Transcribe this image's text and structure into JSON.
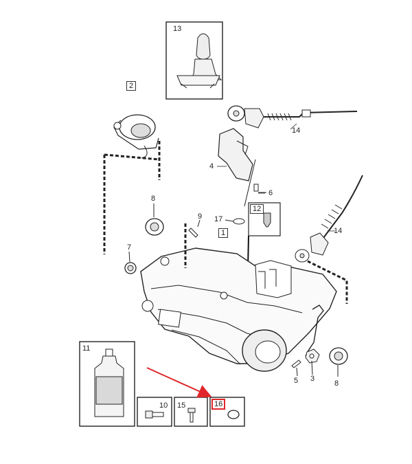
{
  "colors": {
    "line": "#2a2a2a",
    "highlight": "#e0262a",
    "fill": "#ffffff",
    "shade": "#d9d9d9"
  },
  "callouts": {
    "c1": "1",
    "c2": "2",
    "c3": "3",
    "c4": "4",
    "c5": "5",
    "c6": "6",
    "c7": "7",
    "c8a": "8",
    "c8b": "8",
    "c9": "9",
    "c10": "10",
    "c11": "11",
    "c12": "12",
    "c13": "13",
    "c14a": "14",
    "c14b": "14",
    "c15": "15",
    "c16": "16",
    "c17": "17"
  },
  "highlighted_part": "16",
  "arrow_target": "16"
}
